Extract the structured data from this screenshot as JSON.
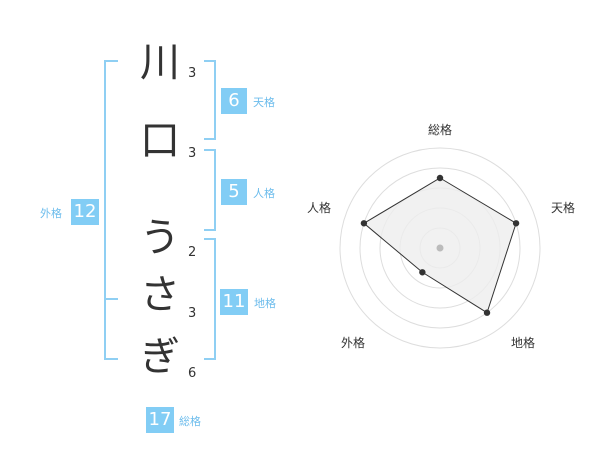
{
  "name": {
    "chars": [
      {
        "char": "川",
        "strokes": "3"
      },
      {
        "char": "口",
        "strokes": "3"
      },
      {
        "char": "う",
        "strokes": "2"
      },
      {
        "char": "さ",
        "strokes": "3"
      },
      {
        "char": "ぎ",
        "strokes": "6"
      }
    ]
  },
  "kaku": {
    "tenkaku": {
      "value": "6",
      "label": "天格"
    },
    "jinkaku": {
      "value": "5",
      "label": "人格"
    },
    "chikaku": {
      "value": "11",
      "label": "地格"
    },
    "gaikaku": {
      "value": "12",
      "label": "外格"
    },
    "soukaku": {
      "value": "17",
      "label": "総格"
    }
  },
  "radar": {
    "axes": [
      "総格",
      "天格",
      "地格",
      "外格",
      "人格"
    ],
    "scores": [
      0.7,
      0.8,
      0.8,
      0.3,
      0.8
    ],
    "colors": {
      "fill": "#eeeeee",
      "stroke": "#333333",
      "grid": "#dddddd",
      "point": "#333333",
      "center": "#bbbbbb"
    }
  }
}
